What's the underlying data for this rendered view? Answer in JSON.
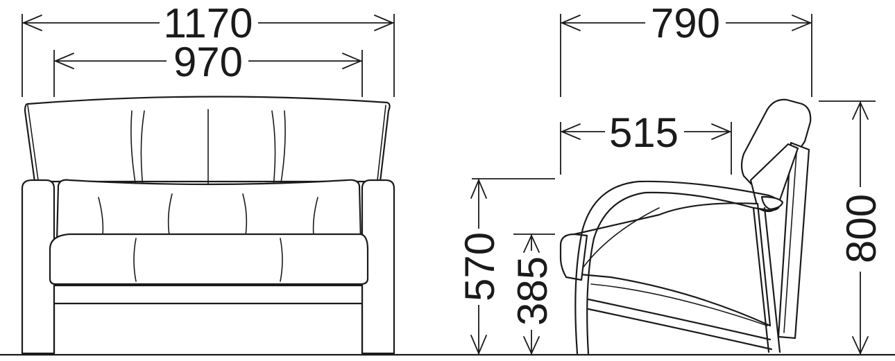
{
  "dimensions": {
    "overall_width": "1170",
    "inner_width": "970",
    "overall_depth": "790",
    "seat_depth": "515",
    "arm_height": "570",
    "seat_height": "385",
    "overall_height": "800"
  }
}
